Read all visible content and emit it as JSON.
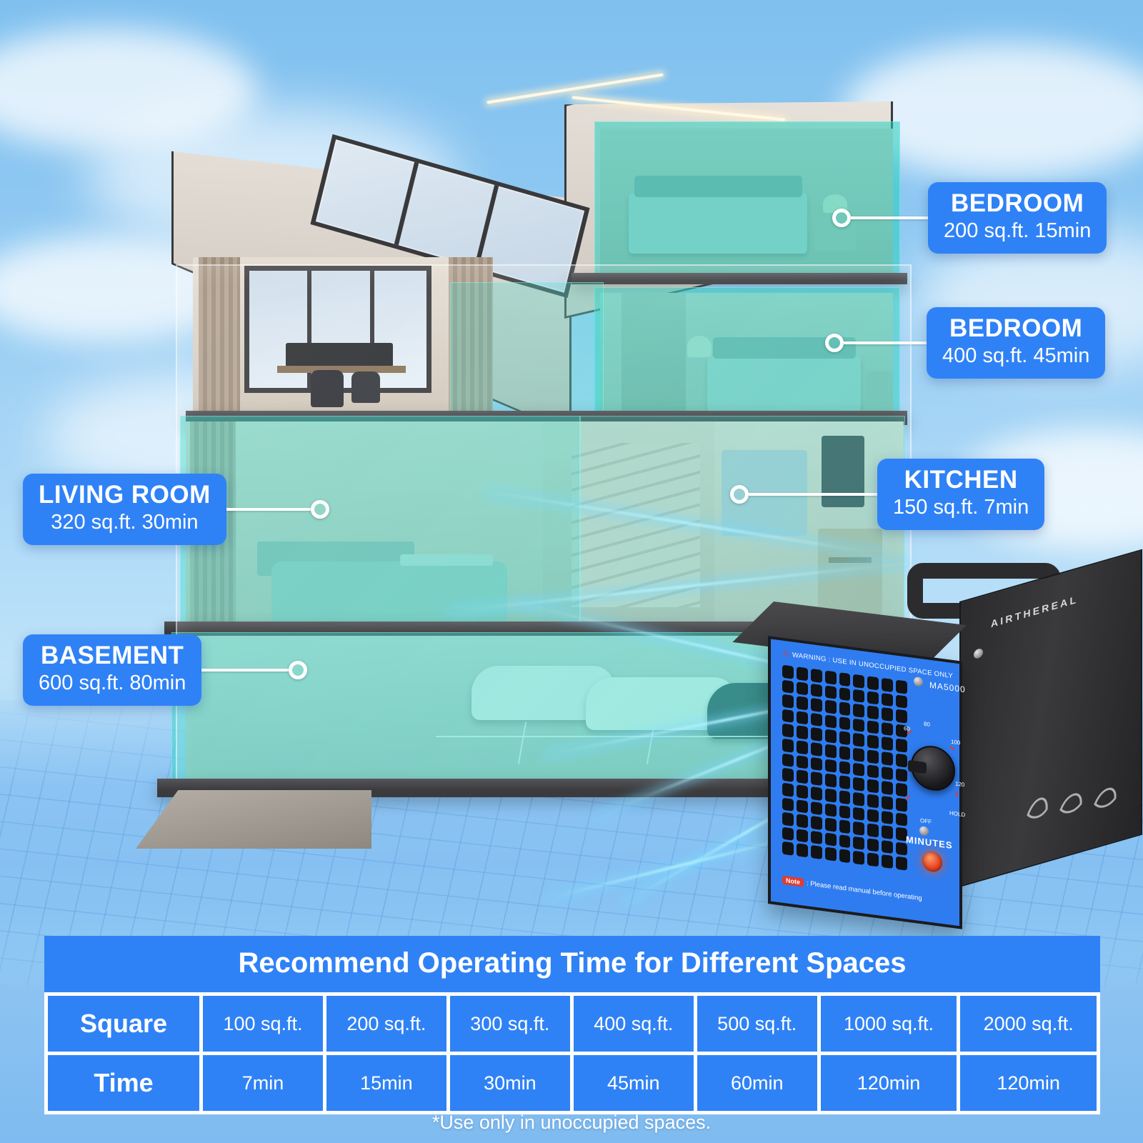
{
  "callouts": [
    {
      "id": "bedroom-1",
      "title": "BEDROOM",
      "detail": "200 sq.ft. 15min"
    },
    {
      "id": "bedroom-2",
      "title": "BEDROOM",
      "detail": "400 sq.ft. 45min"
    },
    {
      "id": "kitchen",
      "title": "KITCHEN",
      "detail": "150 sq.ft. 7min"
    },
    {
      "id": "living-room",
      "title": "LIVING ROOM",
      "detail": "320 sq.ft. 30min"
    },
    {
      "id": "basement",
      "title": "BASEMENT",
      "detail": "600 sq.ft. 80min"
    }
  ],
  "device": {
    "brand": "AIRTHEREAL",
    "model": "MA5000",
    "warning": "WARNING : USE IN UNOCCUPIED SPACE ONLY",
    "note_tag": "Note",
    "note_text": ": Please read manual before operating",
    "minutes_label": "MINUTES",
    "dial_ticks": [
      "60",
      "80",
      "100",
      "120",
      "HOLD",
      "OFF"
    ]
  },
  "table": {
    "title": "Recommend Operating Time for Different Spaces",
    "rows": [
      {
        "header": "Square",
        "cells": [
          "100 sq.ft.",
          "200 sq.ft.",
          "300 sq.ft.",
          "400 sq.ft.",
          "500 sq.ft.",
          "1000 sq.ft.",
          "2000 sq.ft."
        ]
      },
      {
        "header": "Time",
        "cells": [
          "7min",
          "15min",
          "30min",
          "45min",
          "60min",
          "120min",
          "120min"
        ]
      }
    ]
  },
  "footnote": "*Use only in unoccupied spaces.",
  "colors": {
    "accent": "#2f82f6",
    "ozone": "#2dd6c4",
    "device_panel": "#2f7cf0",
    "white": "#ffffff"
  }
}
